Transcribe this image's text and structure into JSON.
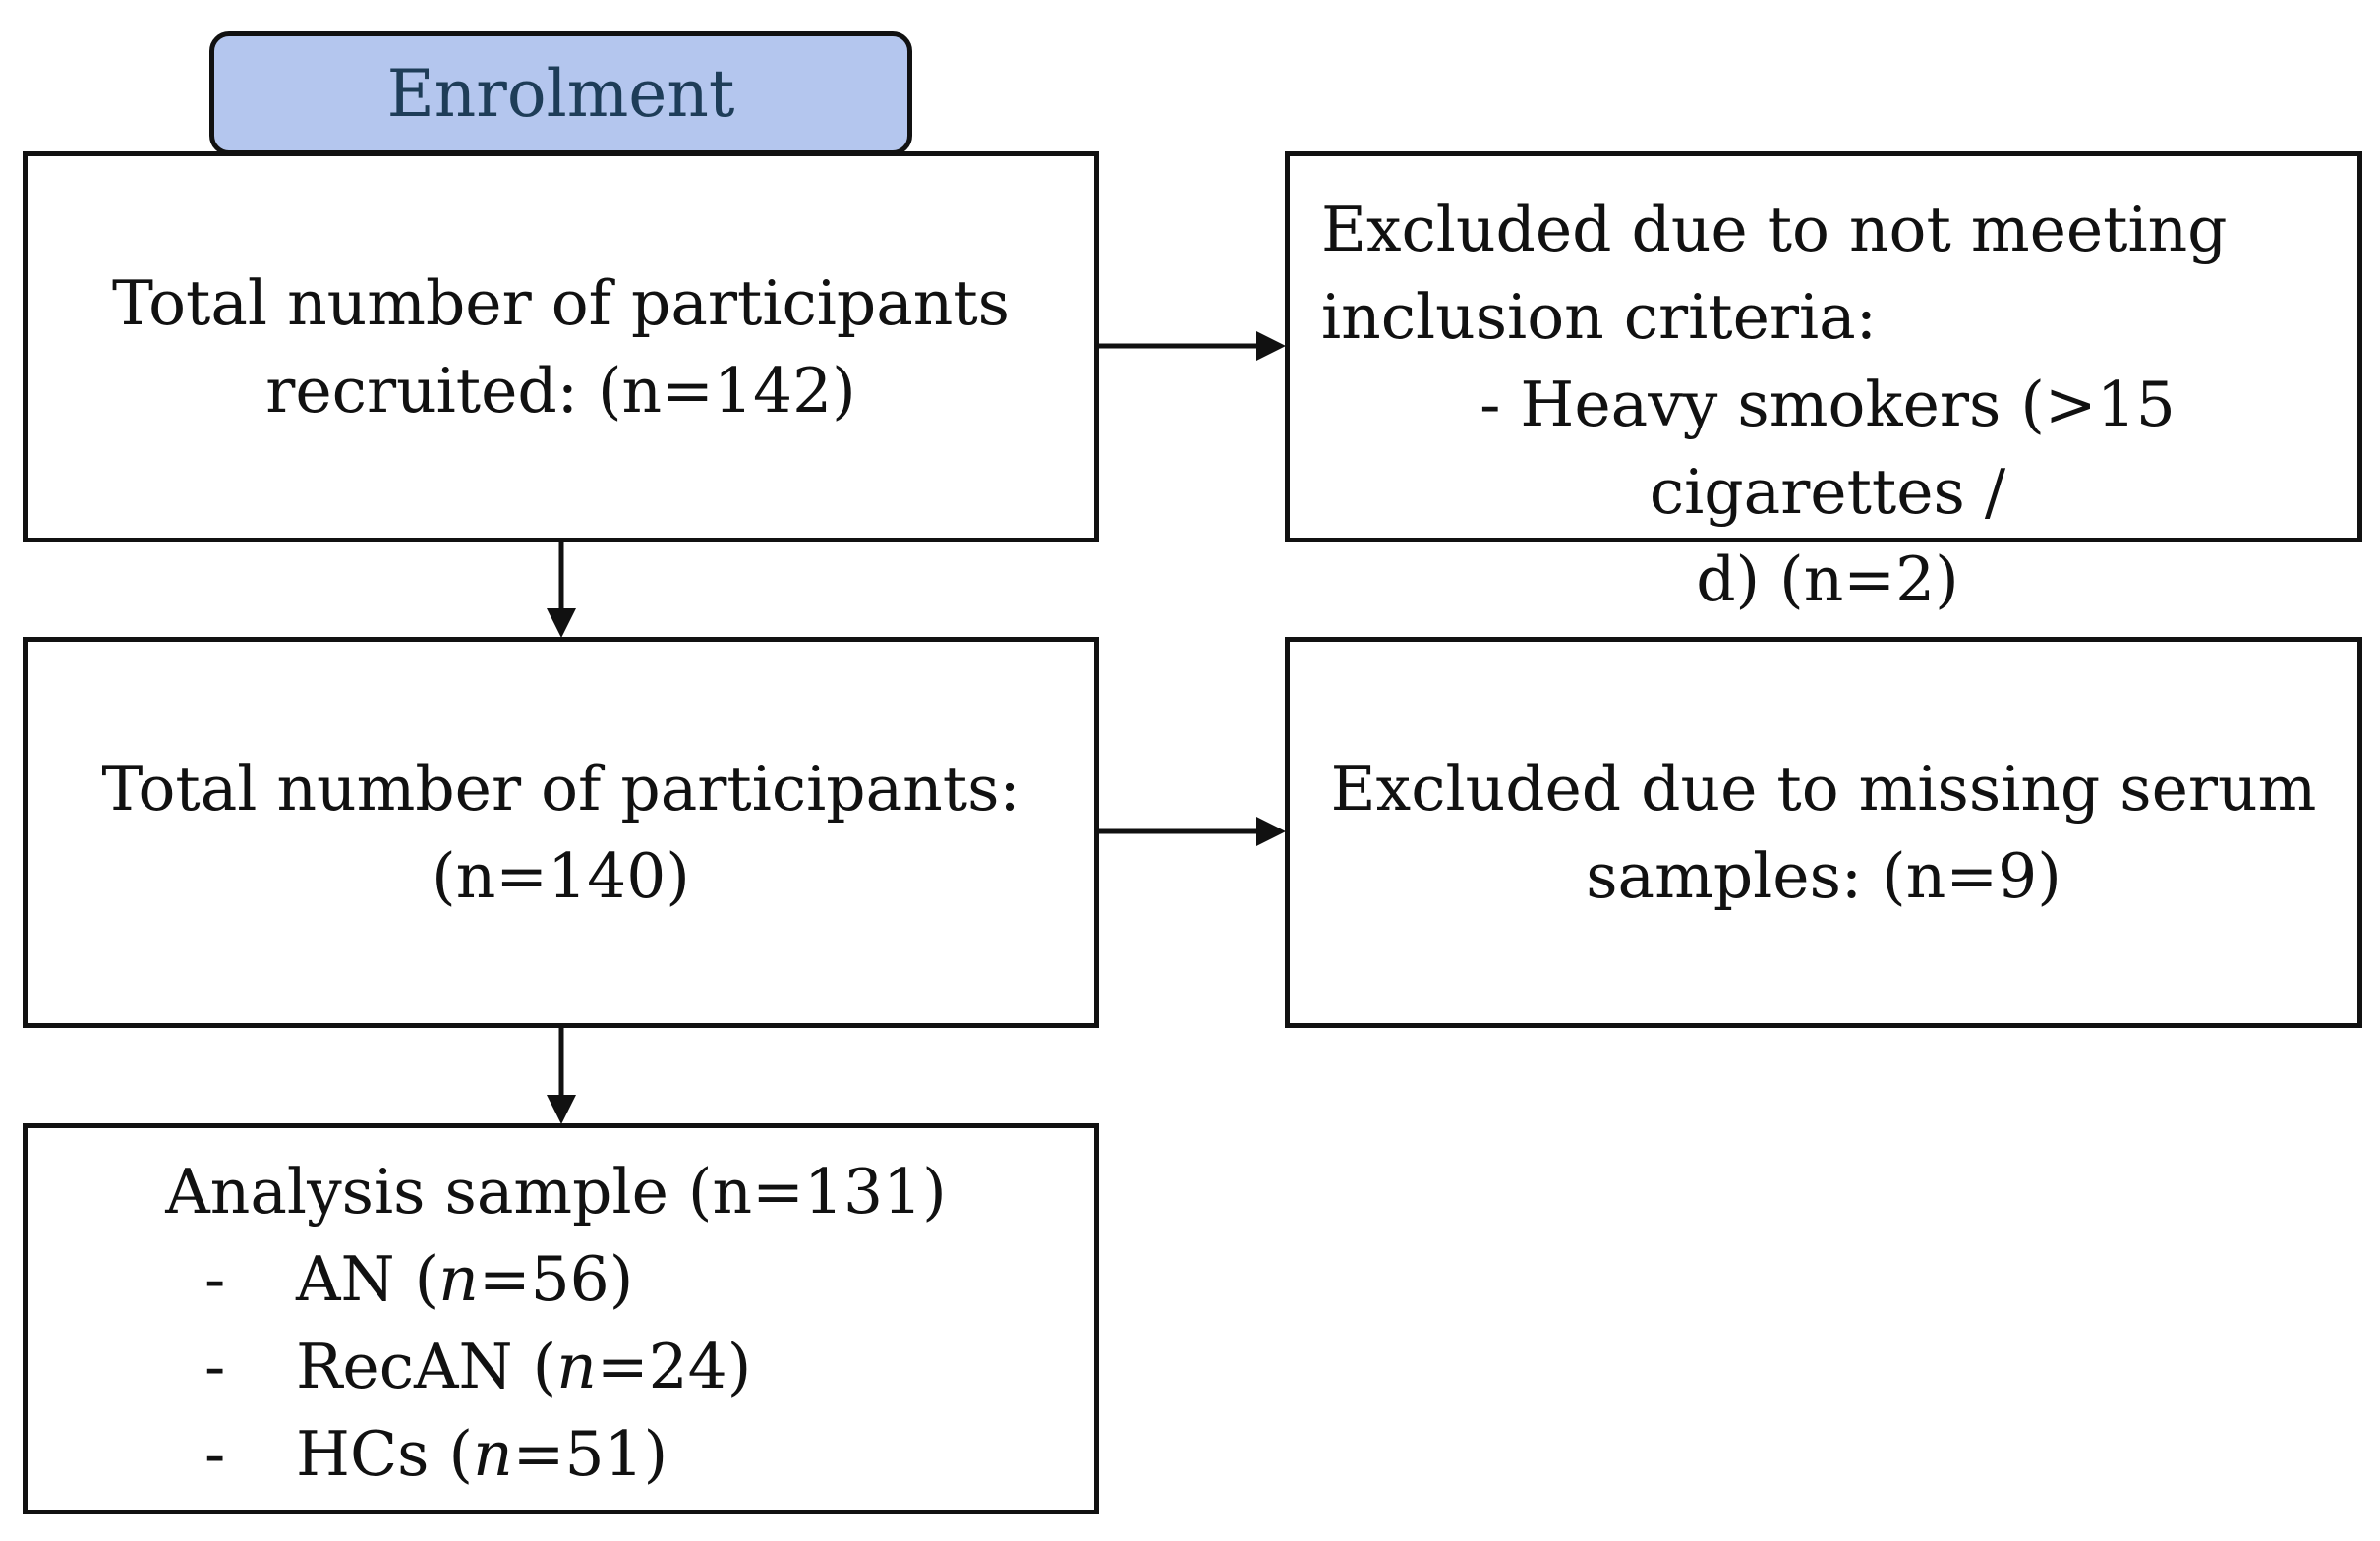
{
  "enrolment": {
    "label": "Enrolment"
  },
  "recruited": {
    "line1": "Total number of participants",
    "line2": "recruited: (n=142)"
  },
  "excluded_criteria": {
    "line1": "Excluded due to not meeting",
    "line2": "inclusion criteria:",
    "line3": "- Heavy smokers (>15 cigarettes /",
    "line4": "d) (n=2)"
  },
  "total": {
    "line1": "Total number of participants:",
    "line2": "(n=140)"
  },
  "excluded_serum": {
    "line1": "Excluded due to missing serum",
    "line2": "samples: (n=9)"
  },
  "analysis": {
    "title": "Analysis sample (n=131)",
    "items": [
      {
        "dash": "-",
        "name": "AN",
        "n_label": "n",
        "n_value": "=56)"
      },
      {
        "dash": "-",
        "name": "RecAN",
        "n_label": "n",
        "n_value": "=24)"
      },
      {
        "dash": "-",
        "name": "HCs",
        "n_label": "n",
        "n_value": "=51)"
      }
    ]
  },
  "colors": {
    "enrolment_fill": "#b4c6ee",
    "enrolment_text": "#1e3d58",
    "line": "#111111"
  }
}
